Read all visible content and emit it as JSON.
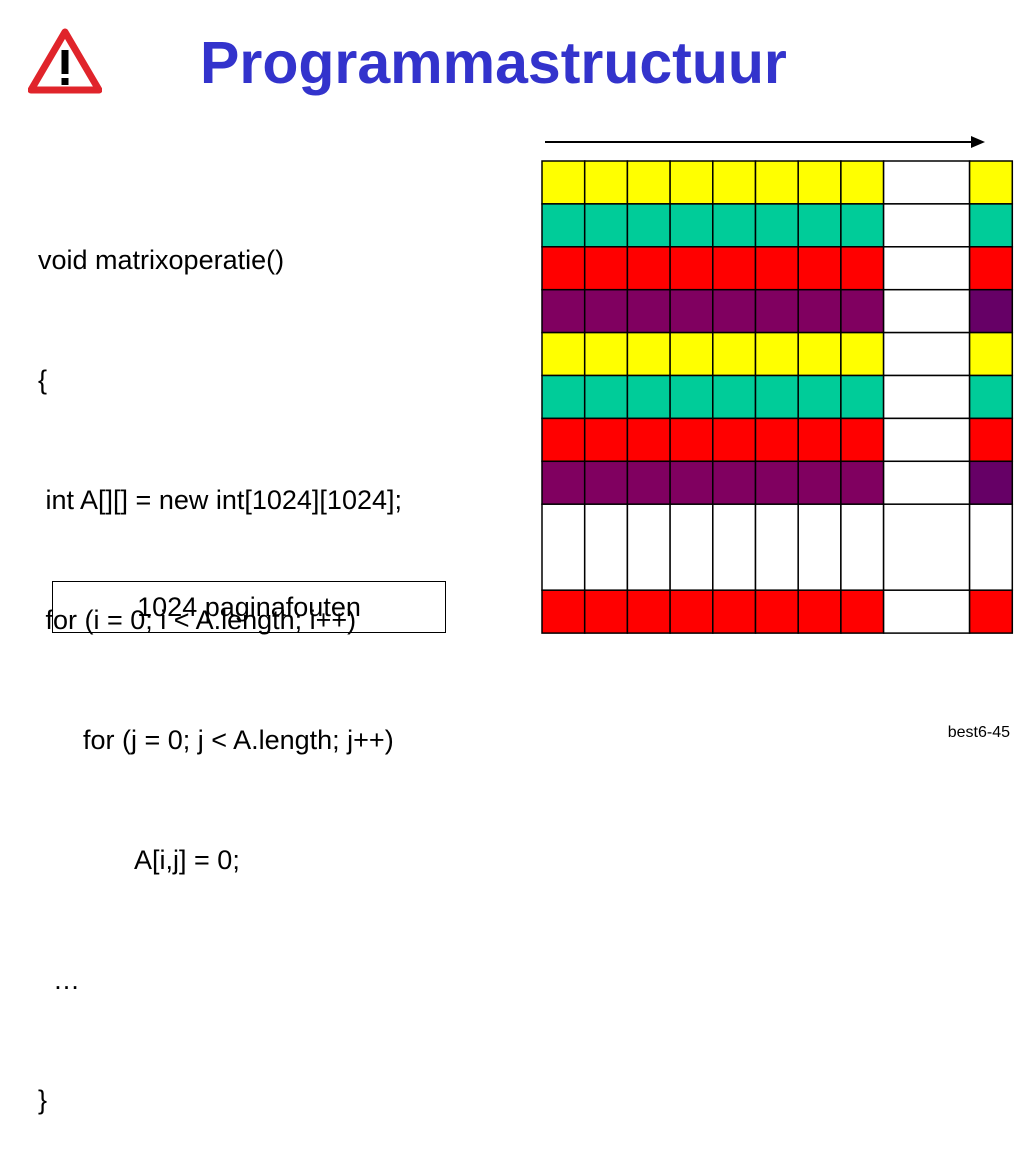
{
  "title": "Programmastructuur",
  "code": {
    "lines": [
      "void matrixoperatie()",
      "{",
      " int A[][] = new int[1024][1024];",
      " for (i = 0; i < A.length; i++)",
      "      for (j = 0; j < A.length; j++)",
      "             A[i,j] = 0;",
      "  …",
      "}"
    ]
  },
  "note": "1024 paginafouten",
  "slide_number": "best6-45",
  "icons": {
    "warning": "warning-triangle-icon"
  },
  "colors": {
    "title": "#3333cc",
    "yellow": "#ffff00",
    "teal": "#00cc99",
    "red": "#ff0000",
    "purple": "#800060",
    "dark_purple": "#660066",
    "white": "#ffffff",
    "warning_red": "#e0242b"
  },
  "matrix": {
    "columns": 10,
    "rows": [
      {
        "fill": "yellow",
        "last": "yellow"
      },
      {
        "fill": "teal",
        "last": "teal"
      },
      {
        "fill": "red",
        "last": "red"
      },
      {
        "fill": "purple",
        "last": "dark_purple"
      },
      {
        "fill": "yellow",
        "last": "yellow"
      },
      {
        "fill": "teal",
        "last": "teal"
      },
      {
        "fill": "red",
        "last": "red"
      },
      {
        "fill": "purple",
        "last": "dark_purple"
      },
      {
        "fill": "white",
        "last": "white"
      },
      {
        "fill": "red",
        "last": "red"
      }
    ]
  }
}
